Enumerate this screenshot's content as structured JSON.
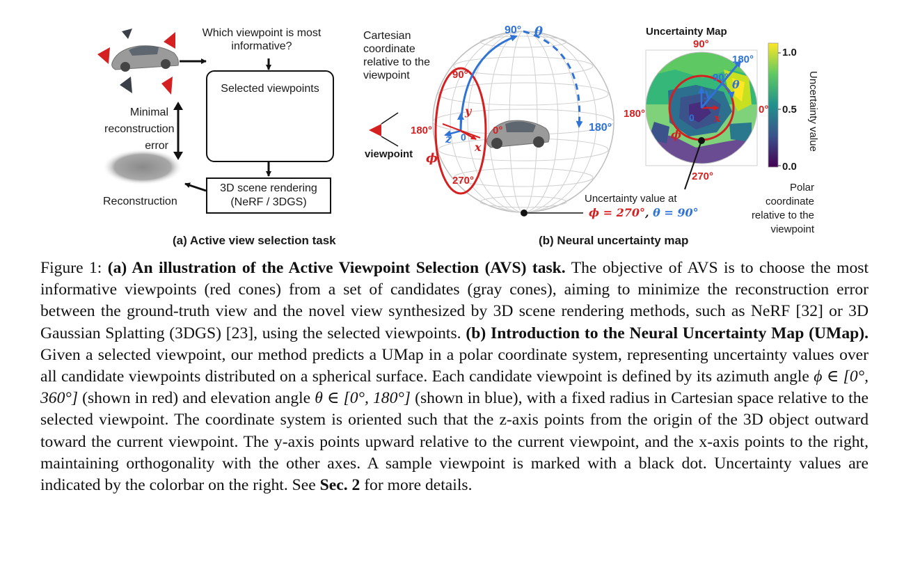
{
  "panel_a": {
    "question": "Which viewpoint is most informative?",
    "selected_label": "Selected viewpoints",
    "minimal_error": "Minimal reconstruction error",
    "render_box": "3D scene rendering (NeRF / 3DGS)",
    "reconstruction": "Reconstruction",
    "subcaption": "(a) Active view selection task"
  },
  "panel_b": {
    "cartesian_label": "Cartesian coordinate relative to the viewpoint",
    "viewpoint_label": "viewpoint",
    "theta_symbol": "θ",
    "phi_symbol": "ϕ",
    "angle_90_top": "90°",
    "angle_180_blue": "180°",
    "angle_90_red": "90°",
    "angle_180_red": "180°",
    "angle_270_red": "270°",
    "angle_0_red": "0°",
    "origin_0": "0",
    "axis_x": "x",
    "axis_y": "y",
    "axis_z": "z",
    "umap_title": "Uncertainty Map",
    "umap_90": "90°",
    "umap_180_blue": "180°",
    "umap_90_blue": "90°",
    "umap_180_red": "180°",
    "umap_0_red": "0°",
    "umap_270": "270°",
    "umap_origin": "0",
    "colorbar_max": "1.0",
    "colorbar_mid": "0.5",
    "colorbar_min": "0.0",
    "colorbar_label": "Uncertainty value",
    "uncertainty_at": "Uncertainty value at",
    "uncertainty_phi": "ϕ = 270°",
    "uncertainty_sep": ", ",
    "uncertainty_theta": "θ = 90°",
    "polar_label": "Polar coordinate relative to the viewpoint",
    "subcaption": "(b) Neural uncertainty map"
  },
  "caption": {
    "fig_label": "Figure 1: ",
    "bold_a": "(a) An illustration of the Active Viewpoint Selection (AVS) task.",
    "text_a": " The objective of AVS is to choose the most informative viewpoints (red cones) from a set of candidates (gray cones), aiming to minimize the reconstruction error between the ground-truth view and the novel view synthesized by 3D scene rendering methods, such as NeRF [32] or 3D Gaussian Splatting (3DGS) [23], using the selected viewpoints. ",
    "bold_b": "(b) Introduction to the Neural Uncertainty Map (UMap).",
    "text_b1": " Given a selected viewpoint, our method predicts a UMap in a polar coordinate system, representing uncertainty values over all candidate viewpoints distributed on a spherical surface. Each candidate viewpoint is defined by its azimuth angle ",
    "math_phi": "ϕ ∈ [0°, 360°]",
    "text_b2": " (shown in red) and elevation angle ",
    "math_theta": "θ ∈ [0°, 180°]",
    "text_b3": " (shown in blue), with a fixed radius in Cartesian space relative to the selected viewpoint. The coordinate system is oriented such that the z-axis points from the origin of the 3D object outward toward the current viewpoint. The y-axis points upward relative to the current viewpoint, and the x-axis points to the right, maintaining orthogonality with the other axes. A sample viewpoint is marked with a black dot. Uncertainty values are indicated by the colorbar on the right. See ",
    "bold_sec": "Sec. 2",
    "text_end": " for more details."
  },
  "colors": {
    "red": "#d42020",
    "blue": "#2f73d6",
    "gray_cone": "#3a3f48"
  }
}
